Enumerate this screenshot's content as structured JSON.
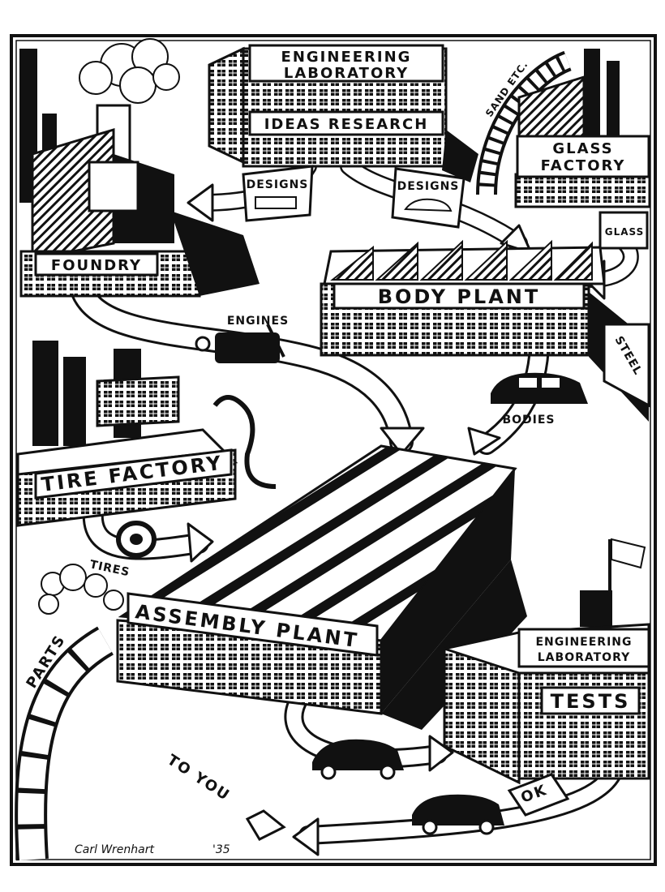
{
  "nodes": {
    "engineering_lab_top": {
      "line1": "ENGINEERING",
      "line2": "LABORATORY",
      "line3": "IDEAS  RESEARCH"
    },
    "glass_factory": {
      "line1": "GLASS",
      "line2": "FACTORY"
    },
    "foundry": {
      "label": "FOUNDRY"
    },
    "body_plant": {
      "label": "BODY  PLANT"
    },
    "tire_factory": {
      "label": "TIRE FACTORY"
    },
    "assembly_plant": {
      "label": "ASSEMBLY PLANT"
    },
    "engineering_lab_tests": {
      "line1": "ENGINEERING",
      "line2": "LABORATORY",
      "line3": "TESTS"
    }
  },
  "flows": {
    "designs_left": "DESIGNS",
    "designs_right": "DESIGNS",
    "sand": "SAND ETC.",
    "glass": "GLASS",
    "engines": "ENGINES",
    "steel": "STEEL",
    "bodies": "BODIES",
    "tires": "TIRES",
    "parts": "PARTS",
    "to_you": "TO YOU",
    "ok": "OK"
  },
  "signature": {
    "name": "Carl Wrenhart",
    "year": "'35"
  }
}
